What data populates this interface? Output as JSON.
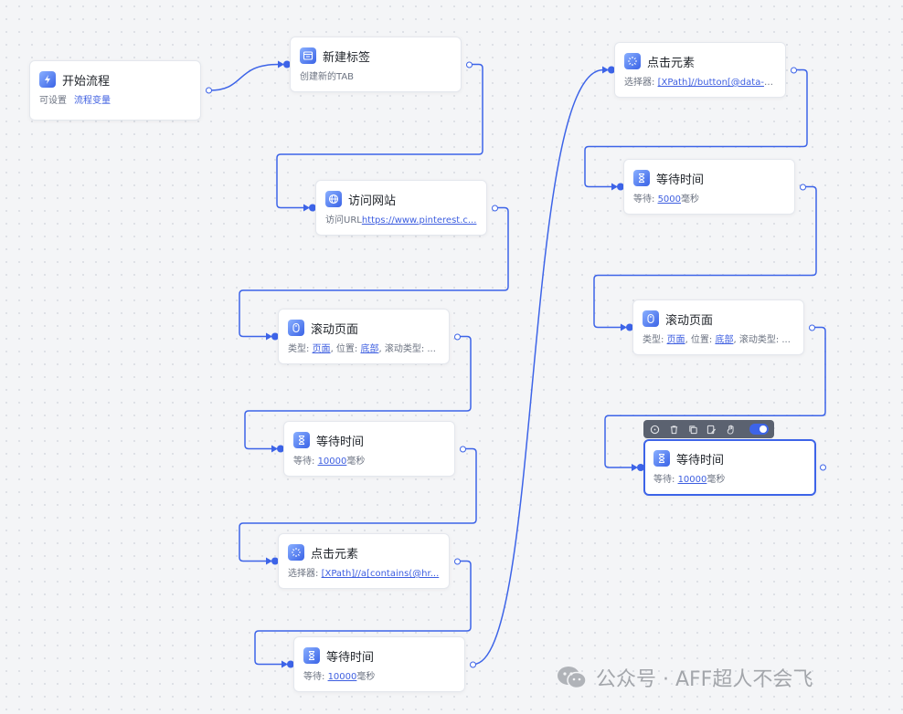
{
  "canvas": {
    "accent_color": "#3d64e8",
    "nodes": [
      {
        "id": "start",
        "icon": "lightning-icon",
        "title": "开始流程",
        "desc": [
          {
            "t": "可设置",
            "c": "k"
          },
          {
            "t": "流程变量",
            "c": "v plain"
          }
        ]
      },
      {
        "id": "new-tab",
        "icon": "tab-icon",
        "title": "新建标签",
        "desc": [
          {
            "t": "创建新的TAB",
            "c": "k"
          }
        ]
      },
      {
        "id": "visit-site",
        "icon": "globe-icon",
        "title": "访问网站",
        "desc": [
          {
            "t": "访问URL",
            "c": "k"
          },
          {
            "t": "https://www.pinterest.c...",
            "c": "v"
          }
        ]
      },
      {
        "id": "scroll-1",
        "icon": "mouse-icon",
        "title": "滚动页面",
        "desc": [
          {
            "t": "类型: ",
            "c": "k"
          },
          {
            "t": "页面",
            "c": "v"
          },
          {
            "t": ", 位置: ",
            "c": "k"
          },
          {
            "t": "底部",
            "c": "v"
          },
          {
            "t": ", 滚动类型: ...",
            "c": "k"
          }
        ]
      },
      {
        "id": "wait-1",
        "icon": "hourglass-icon",
        "title": "等待时间",
        "desc": [
          {
            "t": "等待: ",
            "c": "k"
          },
          {
            "t": "10000",
            "c": "v"
          },
          {
            "t": "毫秒",
            "c": "k"
          }
        ]
      },
      {
        "id": "click-1",
        "icon": "click-icon",
        "title": "点击元素",
        "desc": [
          {
            "t": "选择器: ",
            "c": "k"
          },
          {
            "t": "[XPath]//a[contains(@hr...",
            "c": "v"
          }
        ]
      },
      {
        "id": "wait-2",
        "icon": "hourglass-icon",
        "title": "等待时间",
        "desc": [
          {
            "t": "等待: ",
            "c": "k"
          },
          {
            "t": "10000",
            "c": "v"
          },
          {
            "t": "毫秒",
            "c": "k"
          }
        ]
      },
      {
        "id": "click-2",
        "icon": "click-icon",
        "title": "点击元素",
        "desc": [
          {
            "t": "选择器: ",
            "c": "k"
          },
          {
            "t": "[XPath]//button[@data-t...",
            "c": "v"
          }
        ]
      },
      {
        "id": "wait-3",
        "icon": "hourglass-icon",
        "title": "等待时间",
        "desc": [
          {
            "t": "等待: ",
            "c": "k"
          },
          {
            "t": "5000",
            "c": "v"
          },
          {
            "t": "毫秒",
            "c": "k"
          }
        ]
      },
      {
        "id": "scroll-2",
        "icon": "mouse-icon",
        "title": "滚动页面",
        "desc": [
          {
            "t": "类型: ",
            "c": "k"
          },
          {
            "t": "页面",
            "c": "v"
          },
          {
            "t": ", 位置: ",
            "c": "k"
          },
          {
            "t": "底部",
            "c": "v"
          },
          {
            "t": ", 滚动类型: ...",
            "c": "k"
          }
        ]
      },
      {
        "id": "wait-4",
        "icon": "hourglass-icon",
        "title": "等待时间",
        "selected": true,
        "desc": [
          {
            "t": "等待: ",
            "c": "k"
          },
          {
            "t": "10000",
            "c": "v"
          },
          {
            "t": "毫秒",
            "c": "k"
          }
        ]
      }
    ],
    "toolbar": [
      "info-icon",
      "delete-icon",
      "copy-icon",
      "edit-icon",
      "hand-icon"
    ],
    "toggle_enabled": true
  },
  "watermark": {
    "text": "公众号 · AFF超人不会飞",
    "icon": "wechat-icon"
  }
}
